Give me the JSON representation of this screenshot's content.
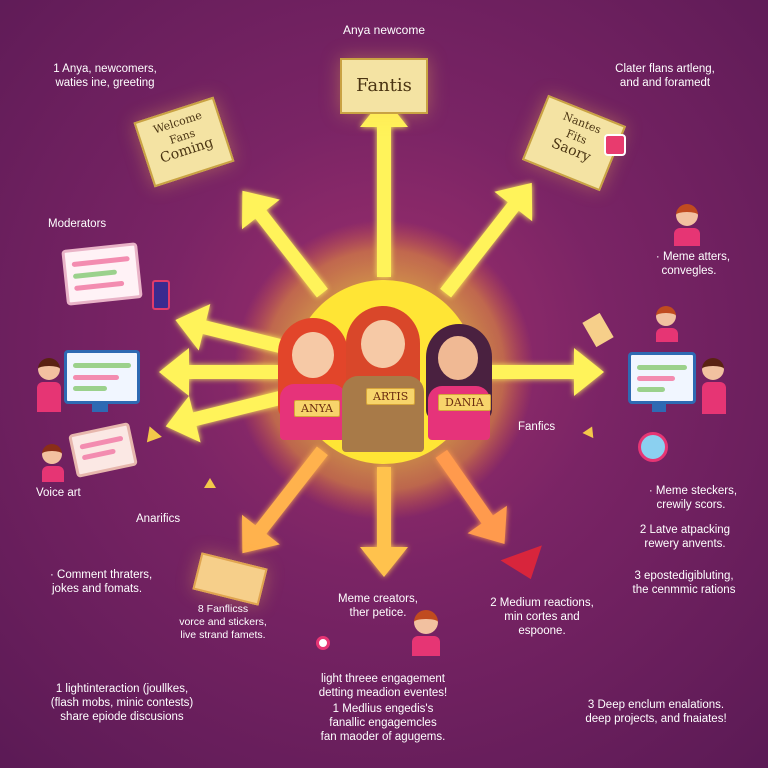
{
  "top_label": "Anya newcome",
  "center_sign": "Fantis",
  "sign_left": [
    "Welcome",
    "Fans",
    "Coming"
  ],
  "sign_right": [
    "Nantes",
    "Fits",
    "Saory"
  ],
  "labels": {
    "top_left": [
      "1 Anya, newcomers,",
      "waties ine, greeting"
    ],
    "top_right": [
      "Clater flans artleng,",
      "and and foramedt"
    ],
    "moderators": "Moderators",
    "meme_right": [
      "Meme atters,",
      "convegles."
    ],
    "fanfics": "Fanfics",
    "voice_art": "Voice art",
    "anarifics": "Anarifics",
    "meme_stickers": [
      "Meme steckers,",
      "crewily scors."
    ],
    "latve": [
      "2 Latve atpacking",
      "rewery anvents."
    ],
    "epostedl": [
      "3 epostedigibluting,",
      "the cenmmic rations"
    ],
    "comment": [
      "Comment thraters,",
      "jokes and fomats."
    ],
    "fanflicss": [
      "8 Fanflicss",
      "vorce and stickers,",
      "live strand famets."
    ],
    "meme_center": [
      "Meme creators,",
      "ther petice."
    ],
    "medium": [
      "2 Medium reactions,",
      "min cortes and",
      "espoone."
    ],
    "light": [
      "light threee engagement",
      "detting meadion eventes!"
    ],
    "medius": [
      "1 Medlius engedis's",
      "fanallic engagemcles",
      "fan maoder of agugems."
    ],
    "light_left": [
      "1 lightinteraction (joullkes,",
      "(flash mobs, minic contests)",
      "share epiode discusions"
    ],
    "deep": [
      "3 Deep enclum enalations.",
      "deep projects, and fnaiates!"
    ]
  },
  "characters": [
    {
      "name": "ANYA"
    },
    {
      "name": "ARTIS"
    },
    {
      "name": "DANIA"
    }
  ],
  "colors": {
    "background": "#7a2465",
    "sun": "#ffe33a",
    "arrow": "#fff35a",
    "note": "#f4e3a3"
  }
}
